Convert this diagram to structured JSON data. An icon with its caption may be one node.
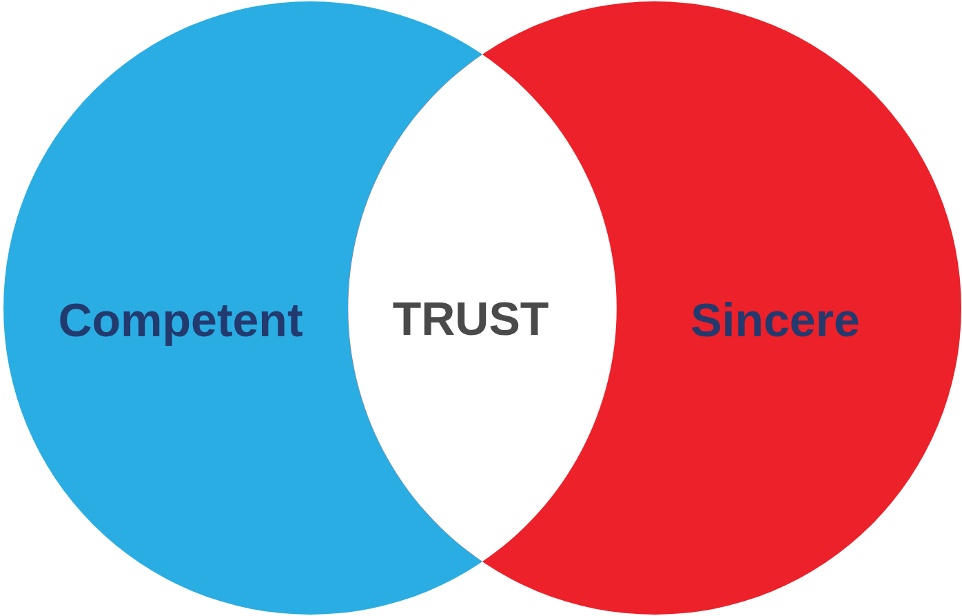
{
  "diagram": {
    "nodes": [
      {
        "text": [
          "Competent"
        ]
      },
      {
        "text": [
          "Sincere"
        ]
      },
      {
        "text": [
          "TRUST"
        ]
      }
    ]
  }
}
